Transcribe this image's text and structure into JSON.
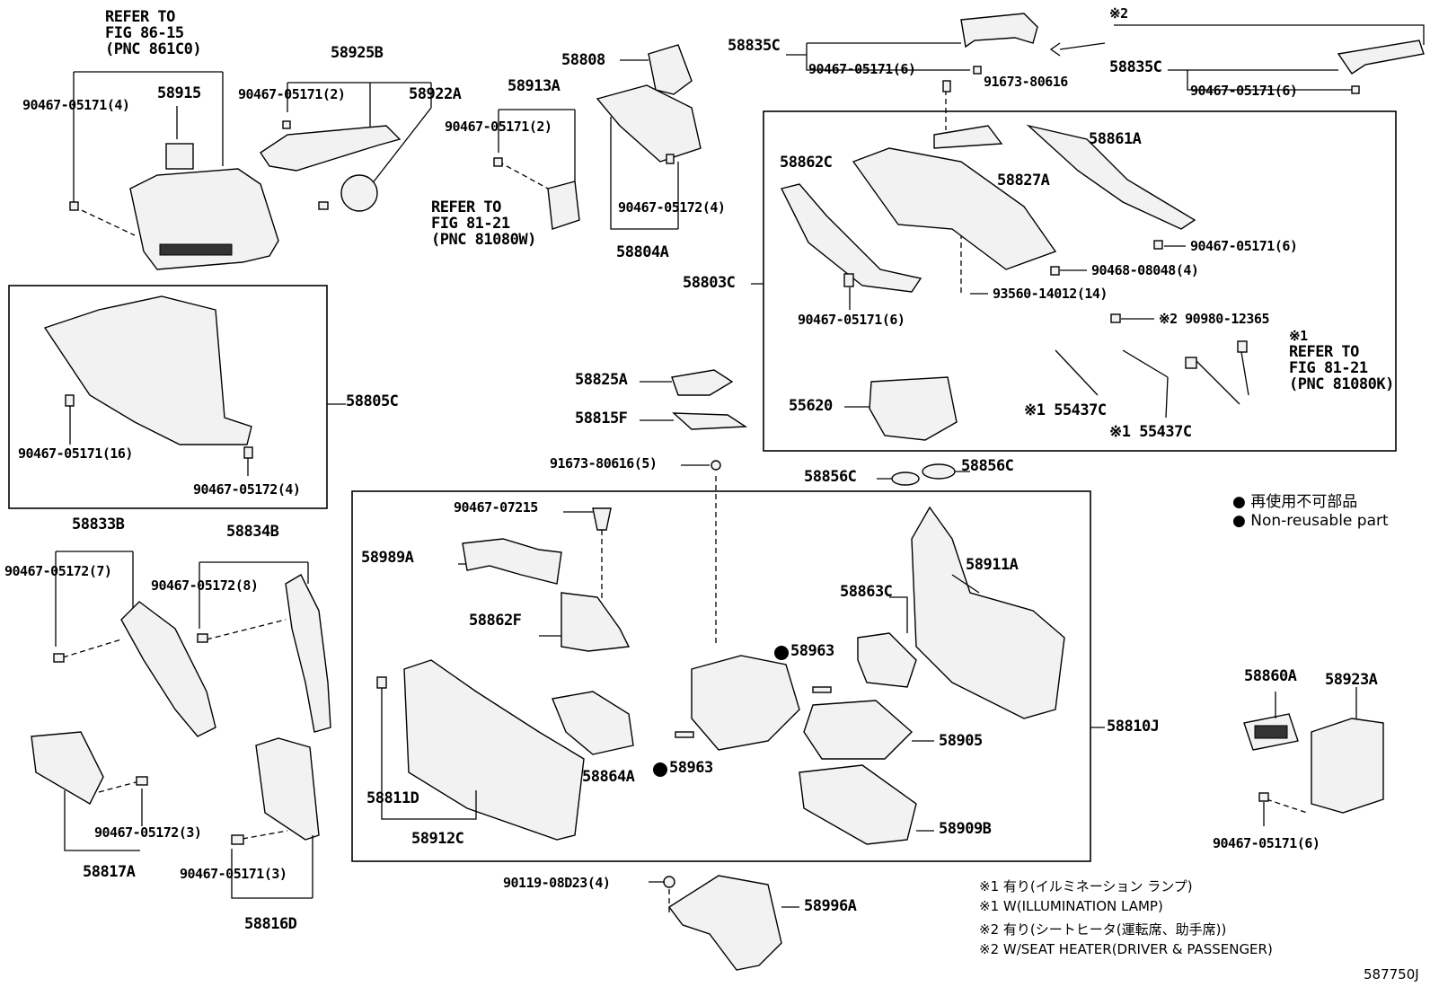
{
  "refs": {
    "r1": [
      "REFER TO",
      "FIG 86-15",
      "(PNC 861C0)"
    ],
    "r2": [
      "REFER TO",
      "FIG 81-21",
      "(PNC 81080W)"
    ],
    "r3": [
      "※1",
      "REFER TO",
      "FIG 81-21",
      "(PNC 81080K)"
    ]
  },
  "labels": {
    "p58915": "58915",
    "p90467_4a": "90467-05171(4)",
    "p58925B": "58925B",
    "p90467_2a": "90467-05171(2)",
    "p58922A": "58922A",
    "p58913A": "58913A",
    "p90467_2b": "90467-05171(2)",
    "p58808": "58808",
    "p90467_05172_4a": "90467-05172(4)",
    "p58804A": "58804A",
    "p58835C_a": "58835C",
    "p90467_6a": "90467-05171(6)",
    "p91673": "91673-80616",
    "p58835C_b": "58835C",
    "p90467_6b": "90467-05171(6)",
    "star2top": "※2",
    "p58862C": "58862C",
    "p58827A": "58827A",
    "p58861A": "58861A",
    "p90467_6c": "90467-05171(6)",
    "p90468": "90468-08048(4)",
    "p58803C": "58803C",
    "p93560": "93560-14012(14)",
    "p90467_6d": "90467-05171(6)",
    "p90980": "※2 90980-12365",
    "p55620": "55620",
    "p55437C_a": "※1 55437C",
    "p55437C_b": "※1 55437C",
    "p58805C": "58805C",
    "p90467_16": "90467-05171(16)",
    "p90467_05172_4b": "90467-05172(4)",
    "p58825A": "58825A",
    "p58815F": "58815F",
    "p91673_5": "91673-80616(5)",
    "p58856C_a": "58856C",
    "p58856C_b": "58856C",
    "p58833B": "58833B",
    "p58834B": "58834B",
    "p90467_05172_7": "90467-05172(7)",
    "p90467_05172_8": "90467-05172(8)",
    "p90467_07215": "90467-07215",
    "p58989A": "58989A",
    "p58862F": "58862F",
    "p58963_a": "58963",
    "p58963_b": "58963",
    "p58911A": "58911A",
    "p58863C": "58863C",
    "p58864A": "58864A",
    "p58905": "58905",
    "p58811D": "58811D",
    "p58912C": "58912C",
    "p58909B": "58909B",
    "p58810J": "58810J",
    "p58860A": "58860A",
    "p58923A": "58923A",
    "p90467_6e": "90467-05171(6)",
    "p90467_05172_3": "90467-05172(3)",
    "p58817A": "58817A",
    "p90467_3": "90467-05171(3)",
    "p58816D": "58816D",
    "p90119": "90119-08D23(4)",
    "p58996A": "58996A",
    "figno": "587750J"
  },
  "legend": {
    "jp": "再使用不可部品",
    "en": "Non-reusable part"
  },
  "notes": [
    "※1  有り(イルミネーション ランプ)",
    "※1  W(ILLUMINATION LAMP)",
    "※2  有り(シートヒータ(運転席、助手席))",
    "※2  W/SEAT HEATER(DRIVER & PASSENGER)"
  ]
}
